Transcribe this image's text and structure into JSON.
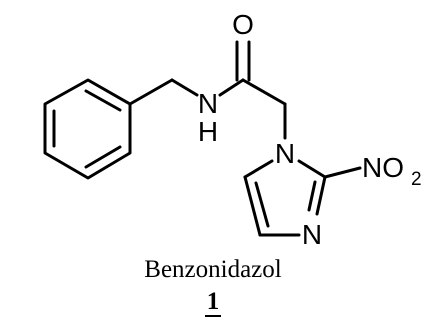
{
  "molecule": {
    "atoms": {
      "carbonyl_oxygen": "O",
      "amide_nitrogen": "N",
      "amide_hydrogen": "H",
      "ring_nitrogen_1": "N",
      "ring_nitrogen_3": "N",
      "nitro_group": "NO",
      "nitro_subscript": "2"
    }
  },
  "caption": {
    "name": "Benzonidazol",
    "number": "1"
  }
}
